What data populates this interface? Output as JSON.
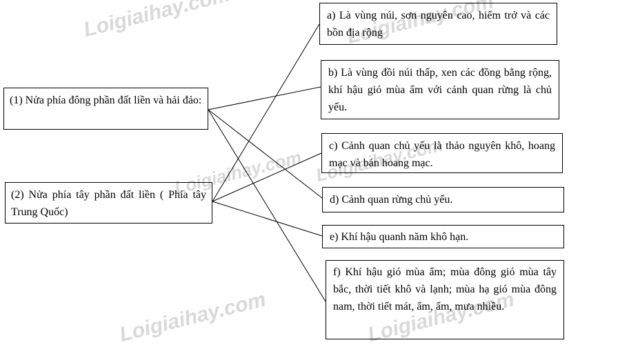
{
  "watermark": "Loigiaihay.com",
  "left_items": [
    {
      "id": "1",
      "text": "(1) Nửa phía đông phần đất liền và hải đảo:"
    },
    {
      "id": "2",
      "text": "(2) Nửa phía tây phần đất liền ( Phía tây Trung Quốc)"
    }
  ],
  "right_items": [
    {
      "id": "a",
      "text": "a) Là vùng núi, sơn nguyên cao, hiểm trở và các bồn địa rộng"
    },
    {
      "id": "b",
      "text": "b) Là vùng đồi núi thấp, xen các đồng bằng rộng, khí hậu gió mùa ẩm với cảnh quan rừng là chủ yếu."
    },
    {
      "id": "c",
      "text": "c) Cảnh quan chủ yếu là thảo nguyên khô, hoang mạc và bán hoang mạc."
    },
    {
      "id": "d",
      "text": "d) Cảnh quan rừng chủ yếu."
    },
    {
      "id": "e",
      "text": "e) Khí hậu quanh năm khô hạn."
    },
    {
      "id": "f",
      "text": "f) Khí hậu gió mùa ẩm; mùa đông gió mùa tây bắc, thời tiết khô và lạnh; mùa hạ gió mùa đông nam, thời tiết mát, ẩm, ẩm, mưa nhiều."
    }
  ],
  "connections": [
    {
      "from": "1",
      "to": "b"
    },
    {
      "from": "1",
      "to": "d"
    },
    {
      "from": "1",
      "to": "f"
    },
    {
      "from": "2",
      "to": "a"
    },
    {
      "from": "2",
      "to": "c"
    },
    {
      "from": "2",
      "to": "e"
    }
  ],
  "colors": {
    "line": "#000000",
    "border": "#000000",
    "watermark": "#d9d9d9"
  }
}
